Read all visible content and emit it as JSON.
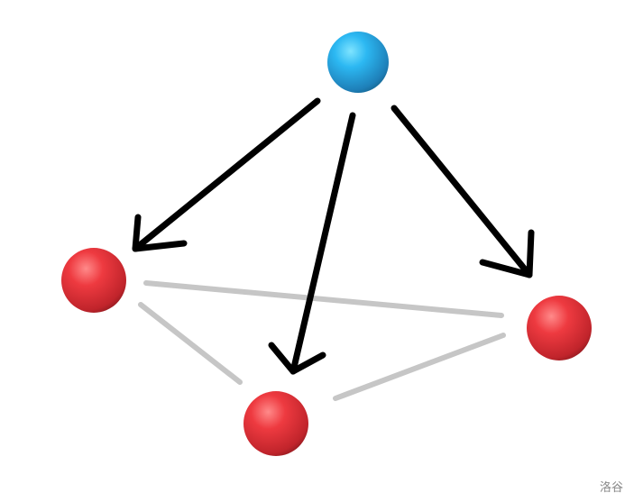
{
  "diagram": {
    "nodes": [
      {
        "id": "source",
        "color": "blue"
      },
      {
        "id": "left",
        "color": "red"
      },
      {
        "id": "bottom",
        "color": "red"
      },
      {
        "id": "right",
        "color": "red"
      }
    ],
    "arrows": [
      {
        "from": "source",
        "to": "left"
      },
      {
        "from": "source",
        "to": "bottom"
      },
      {
        "from": "source",
        "to": "right"
      }
    ],
    "links": [
      {
        "from": "left",
        "to": "right"
      },
      {
        "from": "left",
        "to": "bottom"
      },
      {
        "from": "bottom",
        "to": "right"
      }
    ],
    "colors": {
      "blue": "#2aa7e6",
      "red": "#e8323a",
      "arrow": "#000000",
      "link": "#c6c6c6"
    }
  },
  "watermark": "洛谷"
}
